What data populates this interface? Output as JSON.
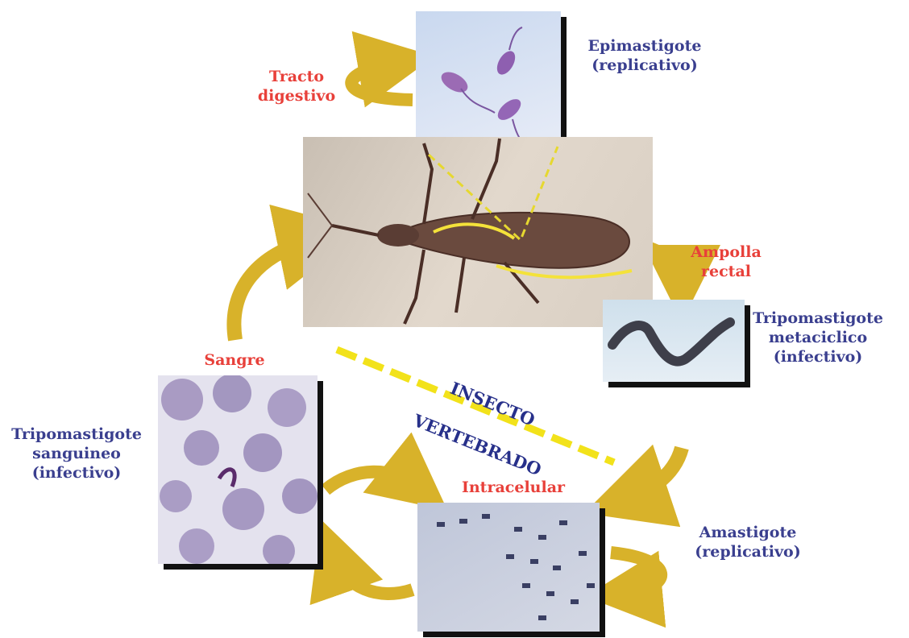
{
  "labels": {
    "tracto": [
      "Tracto",
      "digestivo"
    ],
    "epimastigote": [
      "Epimastigote",
      "(replicativo)"
    ],
    "ampolla": [
      "Ampolla",
      "rectal"
    ],
    "trip_meta": [
      "Tripomastigote",
      "metaciclico",
      "(infectivo)"
    ],
    "sangre": "Sangre",
    "trip_sang": [
      "Tripomastigote",
      "sanguineo",
      "(infectivo)"
    ],
    "intracelular": "Intracelular",
    "amastigote": [
      "Amastigote",
      "(replicativo)"
    ],
    "insecto": "INSECTO",
    "vertebrado": "VERTEBRADO"
  },
  "colors": {
    "label_red": "#e8403a",
    "label_blue": "#3a3f8f",
    "arrow_gold": "#d8b22a",
    "divider_yellow": "#f2e21a"
  }
}
